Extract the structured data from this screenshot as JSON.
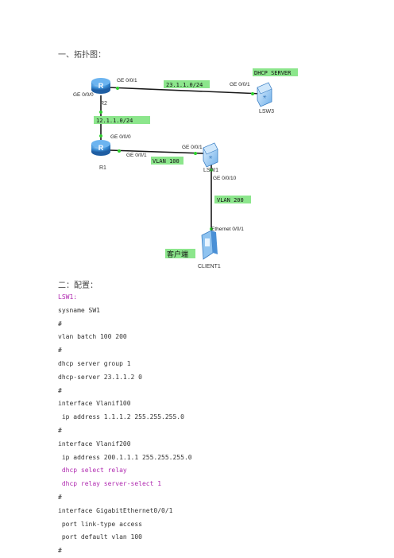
{
  "headings": {
    "topology": "一、拓扑图：",
    "config": "二：配置："
  },
  "topology": {
    "devices": {
      "r2": "R2",
      "r1": "R1",
      "lsw3": "LSW3",
      "lsw1": "LSW1",
      "client1": "CLIENT1"
    },
    "ports": {
      "r2_ge001": "GE 0/0/1",
      "r2_ge000": "GE 0/0/0",
      "r1_ge000": "GE 0/0/0",
      "r1_ge001": "GE 0/0/1",
      "lsw3_ge001": "GE 0/0/1",
      "lsw1_ge001": "GE 0/0/1",
      "lsw1_ge0010": "GE 0/0/10",
      "client_eth": "Ethernet 0/0/1"
    },
    "tags": {
      "dhcp_server": "DHCP SERVER",
      "net23": "23.1.1.0/24",
      "net12": "12.1.1.0/24",
      "vlan100": "VLAN 100",
      "vlan200": "VLAN 200",
      "client_cn": "客户端"
    },
    "colors": {
      "tag_bg": "#8ce68c",
      "link": "#1a1a1a",
      "port_dot": "#2fd12f",
      "router": "#3a8fd8",
      "switch": "#6fb0ea"
    }
  },
  "config": {
    "lines": [
      {
        "text": "LSW1:",
        "hl": true
      },
      {
        "text": "sysname SW1",
        "hl": false
      },
      {
        "text": "#",
        "hl": false
      },
      {
        "text": "vlan batch 100 200",
        "hl": false
      },
      {
        "text": "#",
        "hl": false
      },
      {
        "text": "dhcp server group 1",
        "hl": false
      },
      {
        "text": "dhcp-server 23.1.1.2 0",
        "hl": false
      },
      {
        "text": "#",
        "hl": false
      },
      {
        "text": "interface Vlanif100",
        "hl": false
      },
      {
        "text": " ip address 1.1.1.2 255.255.255.0",
        "hl": false
      },
      {
        "text": "#",
        "hl": false
      },
      {
        "text": "interface Vlanif200",
        "hl": false
      },
      {
        "text": " ip address 200.1.1.1 255.255.255.0",
        "hl": false
      },
      {
        "text": " dhcp select relay",
        "hl": true
      },
      {
        "text": " dhcp relay server-select 1",
        "hl": true
      },
      {
        "text": "#",
        "hl": false
      },
      {
        "text": "interface GigabitEthernet0/0/1",
        "hl": false
      },
      {
        "text": " port link-type access",
        "hl": false
      },
      {
        "text": " port default vlan 100",
        "hl": false
      },
      {
        "text": "#",
        "hl": false
      }
    ]
  }
}
